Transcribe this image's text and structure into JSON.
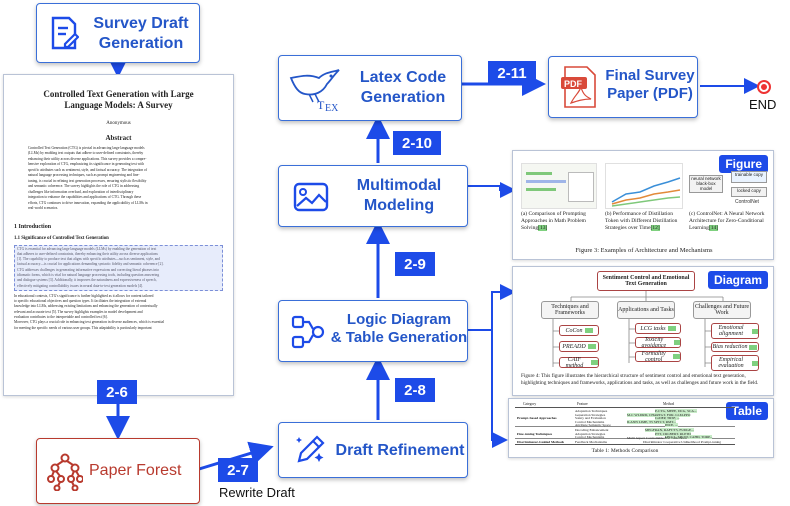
{
  "nodes": {
    "survey_draft": "Survey Draft\nGeneration",
    "latex": "Latex Code\nGeneration",
    "final": "Final Survey\nPaper (PDF)",
    "end": "END",
    "multimodal": "Multimodal\nModeling",
    "logic": "Logic Diagram\n& Table Generation",
    "refine": "Draft Refinement",
    "forest": "Paper Forest",
    "rewrite": "Rewrite Draft"
  },
  "steps": [
    "2-11",
    "2-10",
    "2-9",
    "2-8",
    "2-7",
    "2-6"
  ],
  "paper": {
    "title": "Controlled Text Generation with Large Language Models: A Survey",
    "author": "Anonymous",
    "abstract_heading": "Abstract",
    "abstract_lines": [
      "Controlled Text Generation (CTG) is pivotal in advancing large language models",
      "(LLMs) by enabling text outputs that adhere to user-defined constraints, thereby",
      "enhancing their utility across diverse applications. This survey provides a compre-",
      "hensive exploration of CTG, emphasizing its significance in generating text with",
      "specific attributes such as sentiment, style, and factual accuracy. The integration of",
      "natural language processing techniques, such as prompt engineering and fine-",
      "tuning, is crucial in refining text generation processes, ensuring stylistic flexibility",
      "and semantic coherence. The survey highlights the role of CTG in addressing",
      "challenges like information overload, and exploration of interdisciplinary",
      "integration to enhance the capabilities and applications of CTG. Through these",
      "efforts, CTG continues to drive innovation, expanding the applicability of LLMs in",
      "real-world scenarios."
    ],
    "section": "1   Introduction",
    "subsection": "1.1   Significance of Controlled Text Generation",
    "intro_lines": [
      "CTG is essential for advancing large language models (LLMs) by enabling the generation of text",
      "that adheres to user-defined constraints, thereby enhancing their utility across diverse applications",
      "[1]. The capability to produce text that aligns with specific attributes—such as sentiment, style, and",
      "factual accuracy—is crucial for applications demanding syntactic fidelity and semantic coherence [2].",
      "CTG addresses challenges in generating informative expressions and correcting literal phrases into",
      "idiomatic forms, which is vital for natural language processing tools, including question answering",
      "and dialogue systems [3]. Additionally, it improves the naturalness and expressiveness of speech,",
      "effectively mitigating controllability issues in neural data-to-text generation models [4]."
    ],
    "tail_lines": [
      "In educational contexts, CTG's significance is further highlighted as it allows for content tailored",
      "to specific educational objectives and question types. It facilitates the integration of external",
      "knowledge into LLMs, addressing existing limitations and enhancing the generation of contextually",
      "relevant and accurate text [5]. The survey highlights examples in model development and",
      "evaluation contributes to the interpretable and controlled text [6].",
      "Moreover, CTG plays a crucial role in enhancing text generation in diverse audiences, which is essential",
      "for meeting the specific needs of various user groups. This adaptability is particularly important"
    ]
  },
  "figure": {
    "corner": "Figure",
    "inner_labels": [
      "neural network\nblack-box model",
      "trainable copy",
      "locked copy",
      "ControlNet"
    ],
    "captions": [
      "(a) Comparison of Prompting Approaches in Math Problem Solving",
      "(b) Performance of Distillation Token with Different Distillation Strategies over Time",
      "(c) ControlNet: A Neural Network Architecture for Zero-Conditional Learning"
    ],
    "caption_refs": [
      "[13]",
      "[12]",
      "[14]"
    ],
    "main_caption": "Figure 3: Examples of Architecture and Mechanisms"
  },
  "diagram": {
    "corner": "Diagram",
    "root": "Sentiment Control and Emotional Text Generation",
    "branches": [
      {
        "label": "Techniques and Frameworks",
        "leaves": [
          "CoCon",
          "PREADD",
          "CAIF method"
        ]
      },
      {
        "label": "Applications and Tasks",
        "leaves": [
          "LCG tasks",
          "Toxicity avoidance",
          "Formality control"
        ]
      },
      {
        "label": "Challenges and Future Work",
        "leaves": [
          "Emotional alignment",
          "Bias reduction",
          "Empirical evaluation"
        ]
      }
    ],
    "caption": "Figure 4: This figure illustrates the hierarchical structure of sentiment control and emotional text generation, highlighting techniques and frameworks, applications and tasks, as well as challenges and future work in the field."
  },
  "table": {
    "corner": "Table",
    "headers": [
      "Category",
      "Feature",
      "Method"
    ],
    "groups": [
      {
        "category": "Prompt-based Approaches",
        "features": [
          "Adaptation Techniques",
          "Generation Strategies",
          "Safety and Evaluation",
          "Control Mechanisms",
          "Attribute Semantic Space"
        ]
      },
      {
        "category": "Fine-tuning Techniques",
        "features": [
          "Decoding Enhancement",
          "Adaptation Strategies",
          "Control Mechanisms"
        ]
      },
      {
        "category": "Discriminator-Guided Methods",
        "features": [
          "Feedback Mechanisms"
        ]
      }
    ],
    "methods": [
      "P-CTG, MEPE, DCG, SCA...",
      "M-C WLDRD, CHARTGT, FOR, LLM-PPO",
      "CoDEP, TRSF, ...",
      "ILANN LIME, T5 SPTCT, RMT...",
      "INCE, ...",
      "MEGFRAN, RAFT/T5, FUDGE...",
      "PTT, CRLBERT, RLPTD",
      "LFCCL, SPCTT, CAHD, TORP...",
      "Multi Aspect Controllable Text Generation",
      "Discriminator Cooperative Unlikelihood Prompt-tuning"
    ],
    "caption": "Table 1: Methods Comparison"
  },
  "colors": {
    "accent": "#1d4be8",
    "frame": "#3a6fd8",
    "title": "#2456c8",
    "forest": "#b83a2e",
    "end": "#e33"
  },
  "icons": [
    "document-edit-icon",
    "kingfisher-tex-icon",
    "pdf-icon",
    "image-icon",
    "workflow-icon",
    "pencil-sparkle-icon",
    "tree-network-icon",
    "end-target-icon"
  ]
}
